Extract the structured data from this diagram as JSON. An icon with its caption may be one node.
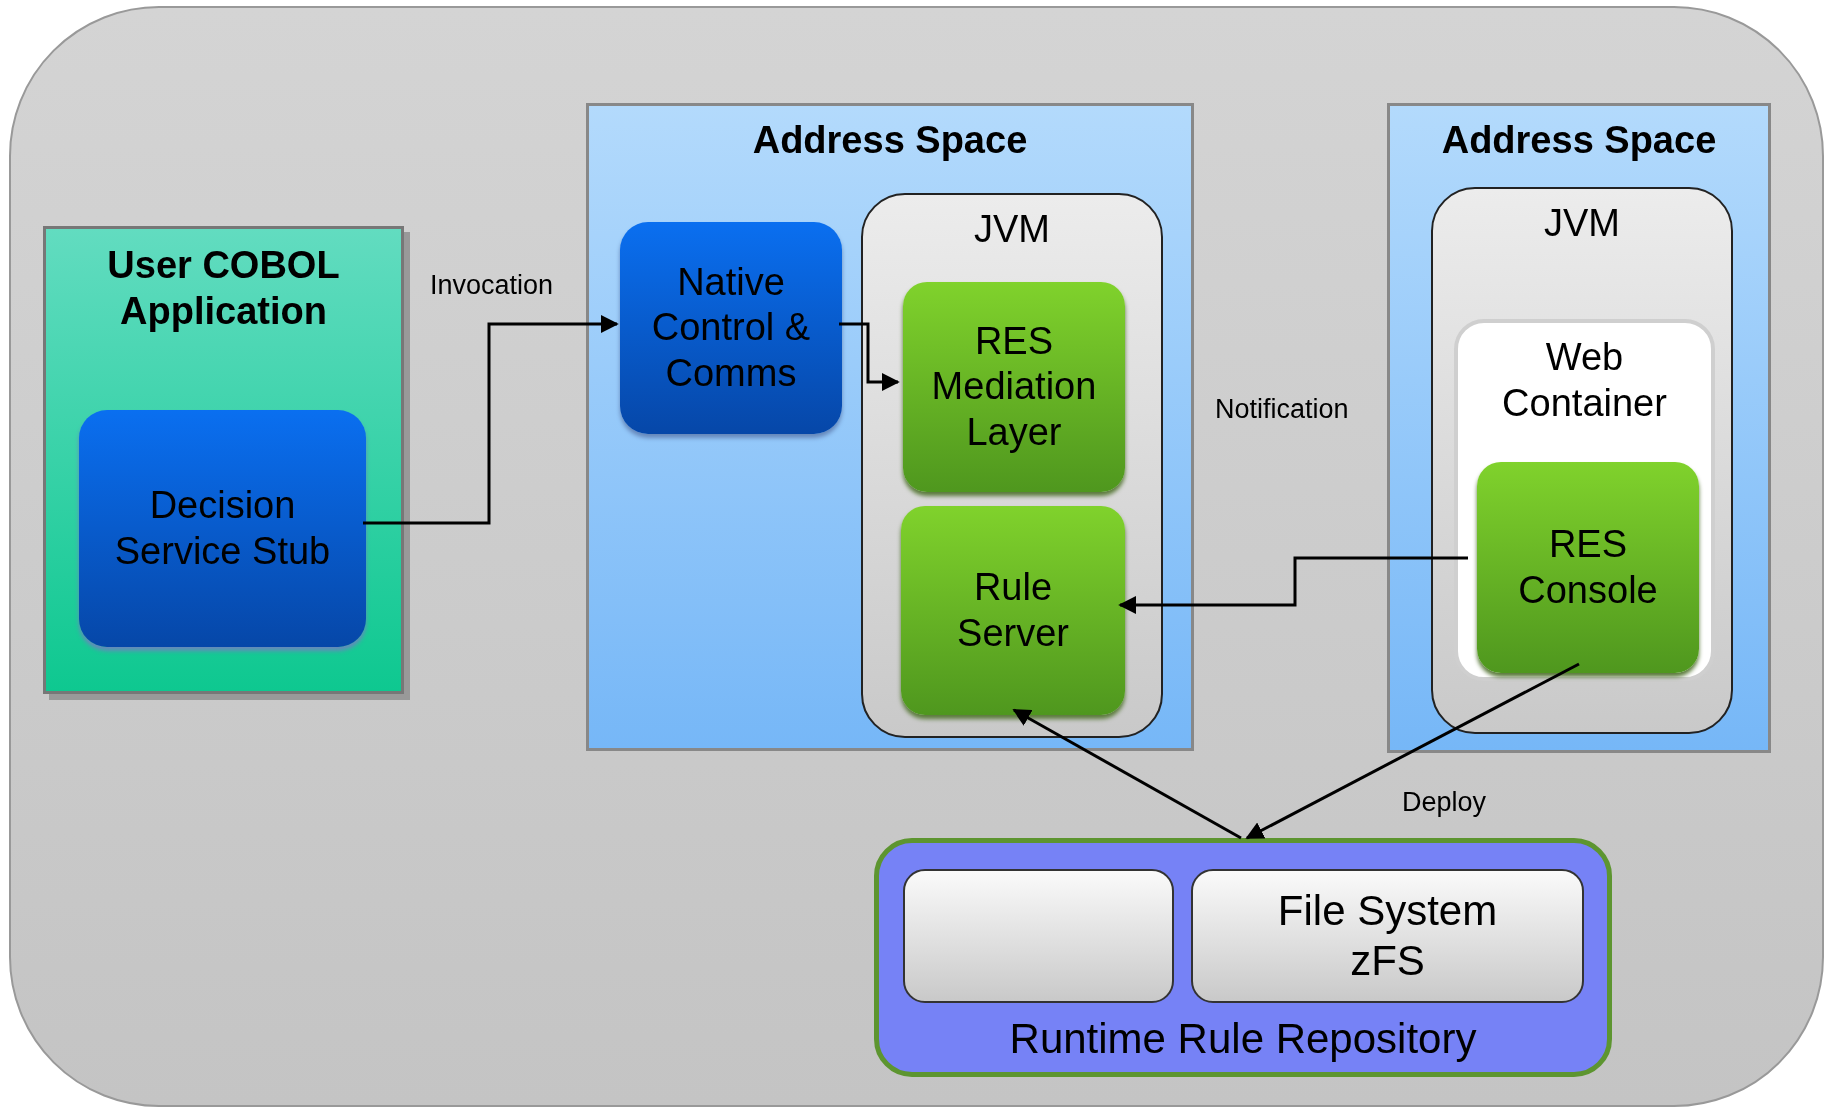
{
  "diagram": {
    "nodes": [
      {
        "text": [
          "User COBOL Application"
        ]
      },
      {
        "text": [
          "Decision Service Stub"
        ],
        "in": 0
      },
      {
        "text": [
          "Address Space"
        ]
      },
      {
        "text": [
          "Native Control & Comms"
        ],
        "in": 2
      },
      {
        "text": [
          "JVM"
        ],
        "in": 2
      },
      {
        "text": [
          "RES Mediation Layer"
        ],
        "in": 4
      },
      {
        "text": [
          "Rule Server"
        ],
        "in": 4
      },
      {
        "text": [
          "Address Space"
        ]
      },
      {
        "text": [
          "JVM"
        ],
        "in": 7
      },
      {
        "text": [
          "Web Container"
        ],
        "in": 8
      },
      {
        "text": [
          "RES Console"
        ],
        "in": 9
      },
      {
        "text": [
          "Runtime Rule Repository"
        ]
      },
      {
        "text": [],
        "shape": "box",
        "in": 11
      },
      {
        "text": [
          "File System zFS"
        ],
        "in": 11
      }
    ],
    "edges": [
      {
        "from": 1,
        "to": 3,
        "arrow": "to"
      },
      {
        "from": 3,
        "to": 5,
        "arrow": "to"
      },
      {
        "from": 10,
        "to": 6,
        "arrow": "to"
      },
      {
        "from": 11,
        "to": 6,
        "arrow": "to"
      },
      {
        "from": 10,
        "to": 11,
        "arrow": "to"
      }
    ],
    "labels": [
      "Invocation",
      "Notification",
      "Deploy"
    ]
  }
}
